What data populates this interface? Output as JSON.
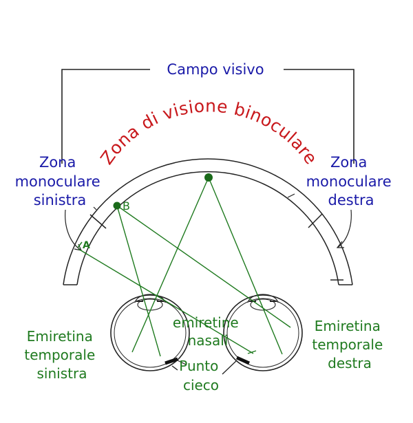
{
  "title": "Campo visivo",
  "binocular_zone": "Zona di visione binoculare",
  "monocular_left": [
    "Zona",
    "monoculare",
    "sinistra"
  ],
  "monocular_right": [
    "Zona",
    "monoculare",
    "destra"
  ],
  "point_a": "A",
  "point_b": "B",
  "nasal_hemiretinas": [
    "emiretine",
    "nasali"
  ],
  "temporal_left": [
    "Emiretina",
    "temporale",
    "sinistra"
  ],
  "temporal_right": [
    "Emiretina",
    "temporale",
    "destra"
  ],
  "blind_spot": [
    "Punto",
    "cieco"
  ],
  "colors": {
    "label_blue": "#1a1aa8",
    "label_green": "#1f7a1f",
    "label_red": "#c8181c",
    "ink": "#222222"
  }
}
